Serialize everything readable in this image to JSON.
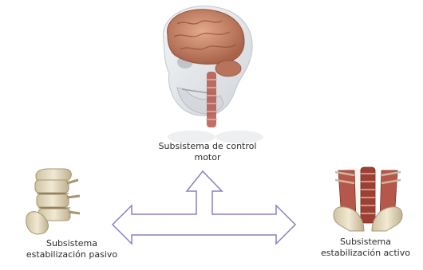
{
  "diagram": {
    "top": {
      "label_line1": "Subsistema de control",
      "label_line2": "motor",
      "illustration": "head-brain-spine-icon"
    },
    "left": {
      "label_line1": "Subsistema",
      "label_line2": "estabilización pasivo",
      "illustration": "lumbar-vertebrae-icon"
    },
    "right": {
      "label_line1": "Subsistema",
      "label_line2": "estabilización activo",
      "illustration": "spine-muscles-icon"
    },
    "colors": {
      "arrow_stroke": "#8c7fbf",
      "arrow_fill": "#ffffff",
      "brain": "#c98a6c",
      "skull": "#dfe3e6",
      "bone": "#e7dcc0",
      "muscle": "#b5574a"
    }
  }
}
